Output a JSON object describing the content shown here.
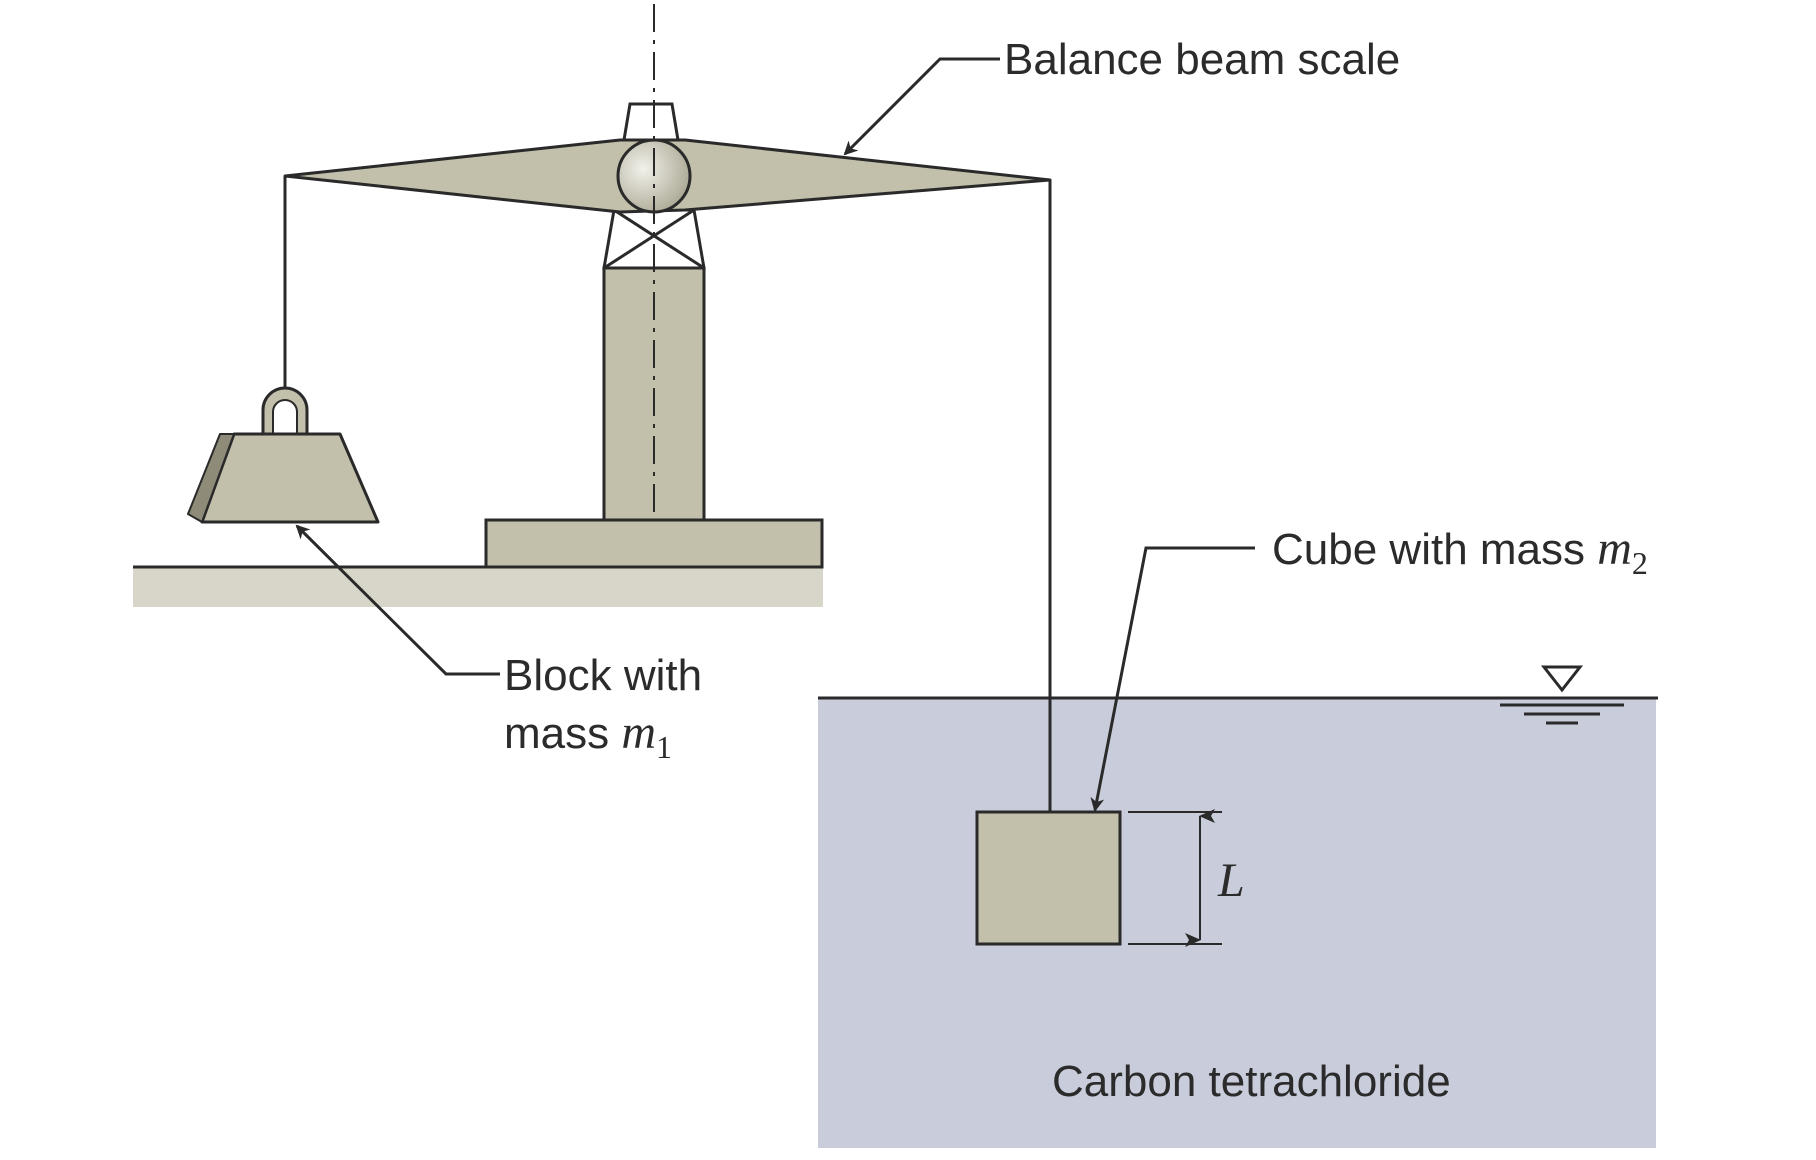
{
  "labels": {
    "balance_beam": "Balance beam scale",
    "block_line1": "Block with",
    "block_line2_prefix": "mass ",
    "block_mass_symbol": "m",
    "block_mass_subscript": "1",
    "cube_prefix": "Cube with mass ",
    "cube_mass_symbol": "m",
    "cube_mass_subscript": "2",
    "length_symbol": "L",
    "liquid": "Carbon tetrachloride"
  },
  "colors": {
    "solid_fill": "#c2bfaa",
    "ground_fill": "#d8d6c8",
    "liquid_fill": "#c9ccda",
    "line": "#2a2a2a"
  }
}
